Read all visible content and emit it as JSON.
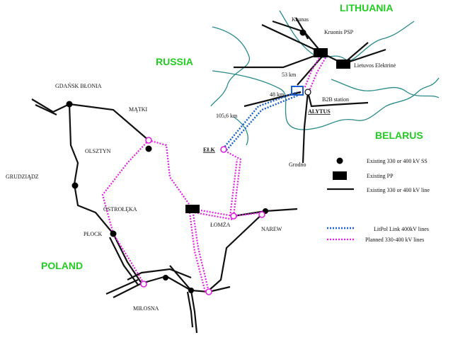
{
  "countries": {
    "lithuania": "LITHUANIA",
    "russia": "RUSSIA",
    "belarus": "BELARUS",
    "poland": "POLAND"
  },
  "places": {
    "kaunas": "Kaunas",
    "kruonis": "Kruonis PSP",
    "lietuvos": "Lietuvos Elektrinė",
    "b2b": "B2B station",
    "alytus": "ALYTUS",
    "grodno": "Grodno",
    "elk": "EŁK",
    "gdansk": "GDAŃSK BŁONIA",
    "matki": "MĄTKI",
    "olsztyn": "OLSZTYN",
    "grudziadz": "GRUDZIĄDZ",
    "ostroleka": "OSTROŁĘKA",
    "lomza": "ŁOMŻA",
    "narew": "NAREW",
    "plock": "PŁOCK",
    "milosna": "MIŁOSNA"
  },
  "distances": {
    "d53": "53 km",
    "d48": "48 km",
    "d105": "105,6 km"
  },
  "legend": {
    "substation": "Existing 330 or 400 kV SS",
    "powerplant": "Existing PP",
    "line": "Existing 330 or 400 kV line",
    "litpol": "LitPol Link  400kV lines",
    "planned": "Planned 330-400 kV lines"
  },
  "colors": {
    "country_label": "#22cc22",
    "river": "#2a8a8a",
    "litpol_line": "#1a5fd0",
    "planned_line": "#e020e0",
    "existing_line": "#111111"
  }
}
